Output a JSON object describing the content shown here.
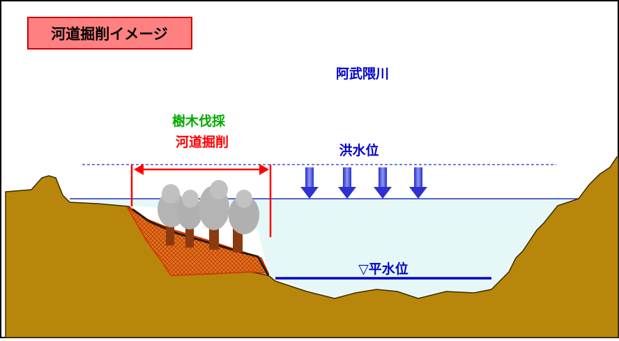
{
  "title": "河道掘削イメージ",
  "river_name": "阿武隈川",
  "work_label_1": "樹木伐採",
  "work_label_2": "河道掘削",
  "flood_level_label": "洪水位",
  "normal_level_label": "▽平水位",
  "colors": {
    "title_bg": "#ff8080",
    "title_border": "#cc0000",
    "ground": "#b8860b",
    "ground_dark": "#8b6508",
    "water": "#e6f7f7",
    "river_blue": "#0000cc",
    "green_text": "#00aa00",
    "red": "#ff0000",
    "excavation": "#e87020",
    "trunk": "#8b3a10",
    "canopy": "#b4b4b4"
  },
  "icons": {
    "arrows": "down-arrow-icon",
    "trees": "tree-icon"
  }
}
